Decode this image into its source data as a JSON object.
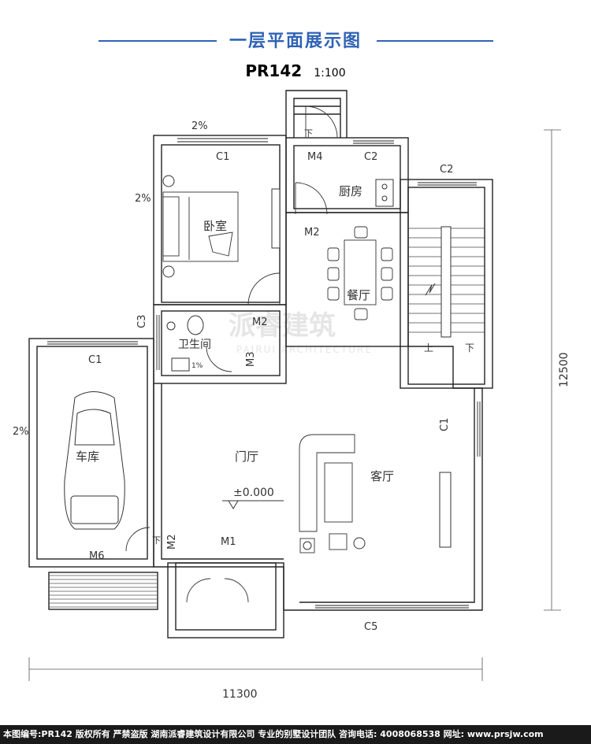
{
  "header": {
    "title": "一层平面展示图",
    "plan_code": "PR142",
    "scale": "1:100",
    "accent_color": "#2f63b5"
  },
  "rooms": {
    "bedroom": "卧室",
    "kitchen": "厨房",
    "dining": "餐厅",
    "bathroom": "卫生间",
    "garage": "车库",
    "foyer": "门厅",
    "living": "客厅"
  },
  "labels": {
    "c1_bedroom": "C1",
    "c1_garage": "C1",
    "c1_living": "C1",
    "c2_kitchen": "C2",
    "c2_stair": "C2",
    "c3": "C3",
    "c5": "C5",
    "m1": "M1",
    "m2_bedroom": "M2",
    "m2_dining": "M2",
    "m2_foyer": "M2",
    "m3": "M3",
    "m4": "M4",
    "m6": "M6",
    "elevation": "±0.000",
    "slope_roof": "2%",
    "slope_bedroom": "2%",
    "slope_garage": "2%",
    "slope_bath": "1%",
    "stair_up": "上",
    "stair_down": "下",
    "step_down_back": "下",
    "step_down_garage": "下"
  },
  "dimensions": {
    "width": "11300",
    "depth": "12500"
  },
  "watermark": {
    "brand": "派睿建筑",
    "sub": "PAIRUI ARCHITECTURE"
  },
  "footer": {
    "text": "本图编号:PR142 版权所有 严禁盗版 湖南派睿建筑设计有限公司 专业的别墅设计团队 咨询电话: 4008068538 网址: www.prsjw.com"
  }
}
